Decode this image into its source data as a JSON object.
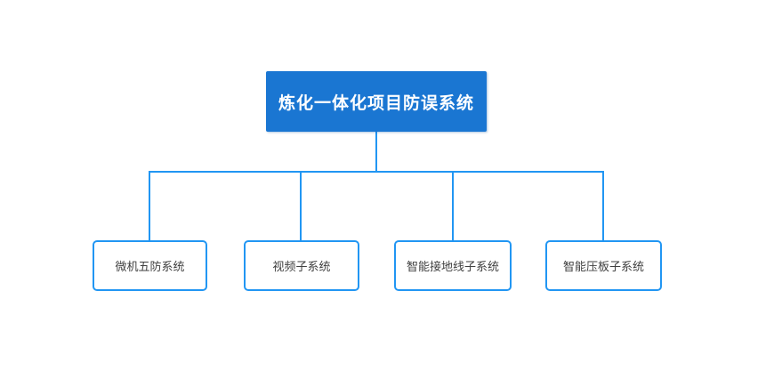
{
  "diagram": {
    "type": "org-chart",
    "root_label": "炼化一体化项目防误系统",
    "children": [
      {
        "label": "微机五防系统"
      },
      {
        "label": "视频子系统"
      },
      {
        "label": "智能接地线子系统"
      },
      {
        "label": "智能压板子系统"
      }
    ],
    "colors": {
      "canvas_bg": "#ffffff",
      "root_fill": "#1a76d2",
      "root_text": "#ffffff",
      "child_bg": "#ffffff",
      "child_border": "#2196f3",
      "child_text": "#404040",
      "connector": "#2196f3"
    }
  }
}
